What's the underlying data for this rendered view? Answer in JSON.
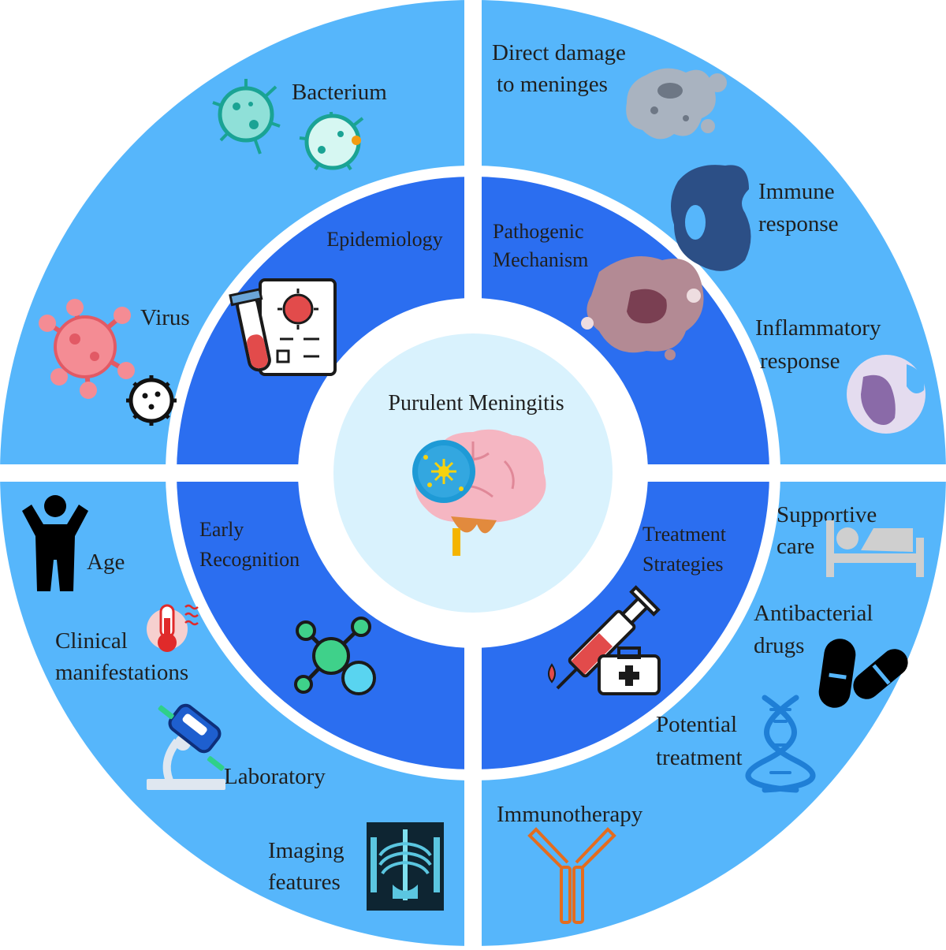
{
  "center": {
    "title": "Purulent Meningitis",
    "icon": "brain-bacteria-icon"
  },
  "colors": {
    "outer_ring": "#56b6fb",
    "inner_ring": "#2b6ef0",
    "center": "#d9f2fd",
    "divider": "#ffffff"
  },
  "quadrants": {
    "top_left": {
      "title": "Epidemiology",
      "icon": "lab-report-icon",
      "items": [
        {
          "label": "Bacterium",
          "icon": "bacterium-icon"
        },
        {
          "label": "Virus",
          "icon": "virus-icon"
        }
      ]
    },
    "top_right": {
      "title_lines": [
        "Pathogenic",
        "Mechanism"
      ],
      "icon": "damaged-cell-icon",
      "items": [
        {
          "label_lines": [
            "Direct damage",
            "to meninges"
          ],
          "icon": "meninges-cells-icon"
        },
        {
          "label_lines": [
            "Immune",
            "response"
          ],
          "icon": "macrophage-icon"
        },
        {
          "label_lines": [
            "Inflammatory",
            "response"
          ],
          "icon": "neutrophil-icon"
        }
      ]
    },
    "bottom_left": {
      "title_lines": [
        "Early",
        "Recognition"
      ],
      "icon": "molecule-icon",
      "items": [
        {
          "label": "Age",
          "icon": "child-icon"
        },
        {
          "label_lines": [
            "Clinical",
            "manifestations"
          ],
          "icon": "thermometer-icon"
        },
        {
          "label": "Laboratory",
          "icon": "microscope-icon"
        },
        {
          "label_lines": [
            "Imaging",
            "features"
          ],
          "icon": "xray-icon"
        }
      ]
    },
    "bottom_right": {
      "title_lines": [
        "Treatment",
        "Strategies"
      ],
      "icon": "syringe-medkit-icon",
      "items": [
        {
          "label_lines": [
            "Supportive",
            "care"
          ],
          "icon": "hospital-bed-icon"
        },
        {
          "label_lines": [
            "Antibacterial",
            "drugs"
          ],
          "icon": "capsule-icon"
        },
        {
          "label_lines": [
            "Potential",
            "treatment"
          ],
          "icon": "dna-icon"
        },
        {
          "label": "Immunotherapy",
          "icon": "antibody-icon"
        }
      ]
    }
  }
}
